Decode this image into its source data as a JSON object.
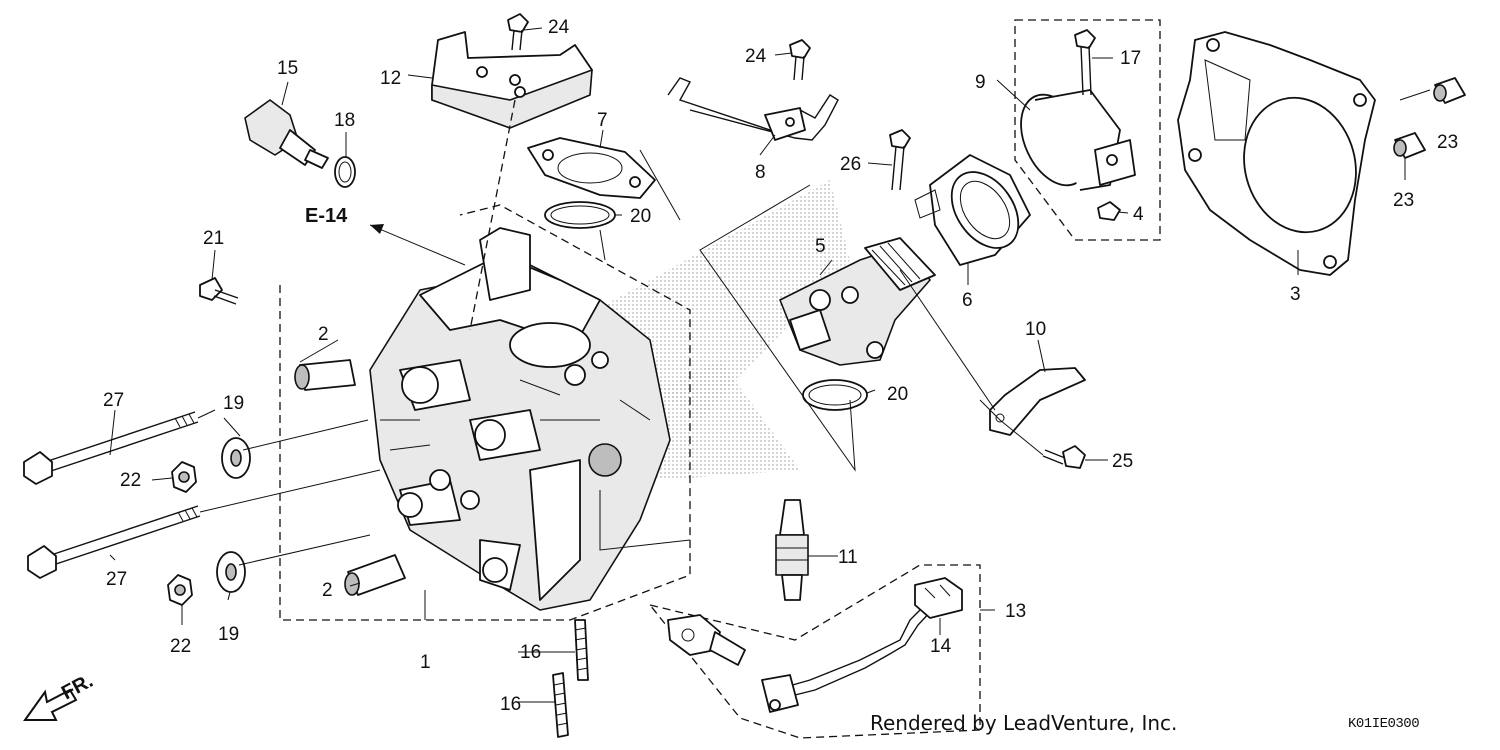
{
  "diagram": {
    "callouts": {
      "c1": "1",
      "c2a": "2",
      "c2b": "2",
      "c3": "3",
      "c4": "4",
      "c5": "5",
      "c6": "6",
      "c7": "7",
      "c8": "8",
      "c9": "9",
      "c10": "10",
      "c11": "11",
      "c12": "12",
      "c13": "13",
      "c14": "14",
      "c15": "15",
      "c16a": "16",
      "c16b": "16",
      "c17": "17",
      "c18": "18",
      "c19a": "19",
      "c19b": "19",
      "c20a": "20",
      "c20b": "20",
      "c21": "21",
      "c22a": "22",
      "c22b": "22",
      "c23a": "23",
      "c23b": "23",
      "c24a": "24",
      "c24b": "24",
      "c25": "25",
      "c26": "26",
      "c27a": "27",
      "c27b": "27"
    },
    "reference_label": "E-14",
    "direction_label": "FR.",
    "credit": "Rendered by LeadVenture, Inc.",
    "diagram_code": "K01IE0300"
  },
  "colors": {
    "line": "#111111",
    "background": "#ffffff",
    "shade": "#bdbdbd"
  }
}
